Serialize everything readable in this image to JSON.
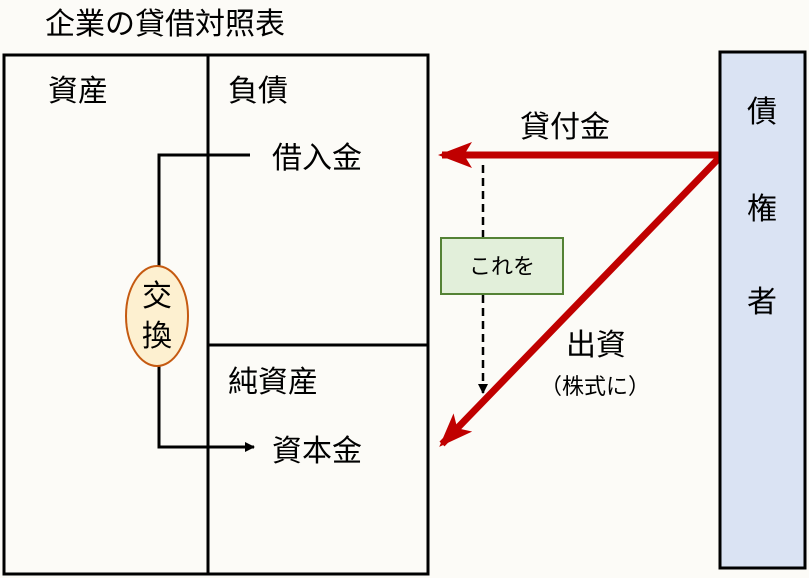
{
  "title": "企業の貸借対照表",
  "balance_sheet": {
    "assets_label": "資産",
    "liabilities_label": "負債",
    "borrowings_label": "借入金",
    "net_assets_label": "純資産",
    "capital_label": "資本金"
  },
  "exchange_label": [
    "交",
    "換"
  ],
  "loan_label": "貸付金",
  "note_box_label": "これを",
  "investment_label": "出資",
  "investment_sub_label": "（株式に）",
  "creditor_label": [
    "債",
    "権",
    "者"
  ],
  "colors": {
    "arrow": "#c00000",
    "note_fill": "#e2efda",
    "note_stroke": "#548235",
    "ellipse_fill": "#fdf0d0",
    "ellipse_stroke": "#c55a11",
    "creditor_fill": "#dae3f3"
  }
}
